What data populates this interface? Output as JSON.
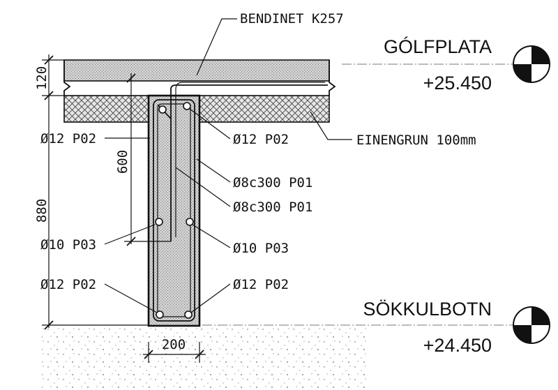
{
  "labels": {
    "bendinet": "BENDINET K257",
    "golfplata": "GÓLFPLATA",
    "level_top": "+25.450",
    "einangrun": "EINENGRUN 100mm",
    "sokkulbotn": "SÖKKULBOTN",
    "level_bottom": "+24.450",
    "left_top_bar": "Ø12 P02",
    "left_mid_bar": "Ø10 P03",
    "left_bottom_bar": "Ø12 P02",
    "right_top_bar": "Ø12 P02",
    "right_stirrup_1": "Ø8c300 P01",
    "right_stirrup_2": "Ø8c300 P01",
    "right_mid_bar": "Ø10 P03",
    "right_bottom_bar": "Ø12 P02"
  },
  "dimensions": {
    "slab_thickness": "120",
    "wall_height": "880",
    "lap_length": "600",
    "wall_width": "200"
  },
  "colors": {
    "ink": "#111111",
    "concrete": "#c9c9c9",
    "insulation": "#555555"
  }
}
